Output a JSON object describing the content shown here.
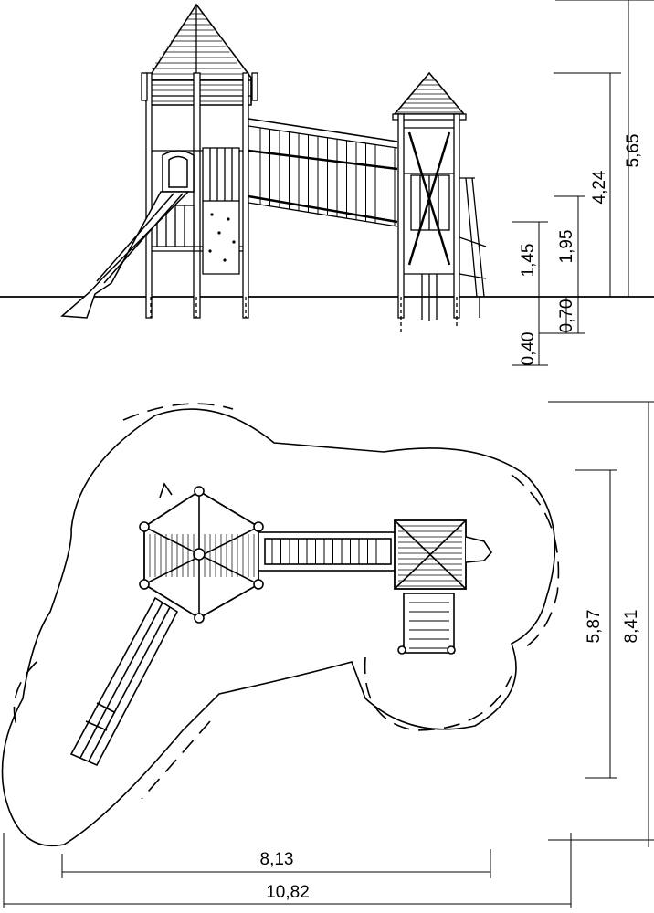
{
  "elevation_dimensions": {
    "total_height": "5,65",
    "tower_height": "4,24",
    "high_platform": "1,95",
    "low_platform": "1,45",
    "foundation_depth": "0,70",
    "foundation_shallow": "0,40"
  },
  "plan_dimensions": {
    "inner_depth": "5,87",
    "outer_depth": "8,41",
    "inner_width": "8,13",
    "outer_width": "10,82"
  },
  "colors": {
    "line": "#000000",
    "background": "#ffffff"
  }
}
